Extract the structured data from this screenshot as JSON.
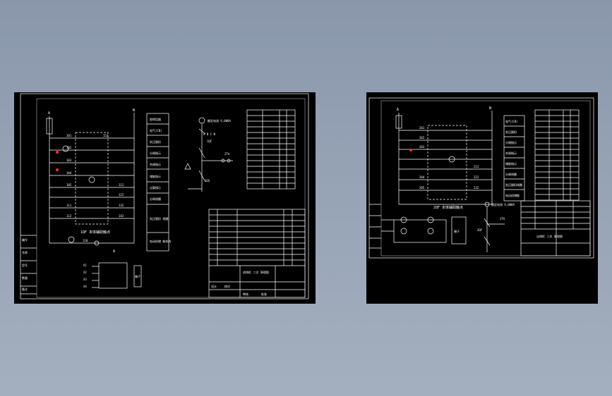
{
  "colors": {
    "background_top": "#8a97ab",
    "background_bottom": "#a4afbe",
    "drawing_bg": "#000000",
    "line": "#ffffff",
    "highlight": "#ff3030"
  },
  "left_sheet": {
    "top_labels": [
      "A",
      "N"
    ],
    "contacts_left": [
      "101",
      "102",
      "103",
      "104",
      "105",
      "111",
      "112"
    ],
    "contacts_right": [
      "112",
      "122",
      "132",
      "142",
      "152"
    ],
    "breaker_caption": "1QF 本体辅助触点",
    "bottom_labels": [
      "110",
      "A"
    ],
    "function_blocks": [
      "照明回路",
      "电气(CB)",
      "失压脱扣",
      "分闸指示",
      "合闸指示",
      "储能指示",
      "过载指示",
      "分闸线圈",
      "失压脱扣\n线圈",
      "电动机储\n能机构"
    ],
    "feeder_title": "额定电流 6,000A",
    "feeder_labels": [
      "A  B  C  N",
      "1QF",
      "2TA",
      "1QS"
    ],
    "left_stub_labels": [
      "编号",
      "名称",
      "型号",
      "数量",
      "备注"
    ],
    "small_relay_block": [
      "X1",
      "X2",
      "X3",
      "X4"
    ],
    "small_relay_caption": "端子",
    "table_title": "进线柜 二次 原理图",
    "table_footer": [
      "设计",
      "校对",
      "审核",
      "批准"
    ]
  },
  "right_sheet": {
    "top_labels": [
      "A",
      "N"
    ],
    "contacts_left": [
      "201",
      "202",
      "203",
      "204",
      "205"
    ],
    "contacts_right": [
      "212",
      "222",
      "232"
    ],
    "breaker_caption": "2QF 本体辅助触点",
    "function_blocks": [
      "电气(CB)",
      "失压脱扣",
      "分闸指示",
      "合闸指示",
      "储能指示",
      "分闸线圈",
      "失压脱扣线圈",
      "电动机储能"
    ],
    "feeder_title": "额定电流 4,000A",
    "right_labels": [
      "2QF",
      "2TA"
    ],
    "small_block_caption": "端子",
    "table_title": "出线柜 二次 原理图"
  }
}
